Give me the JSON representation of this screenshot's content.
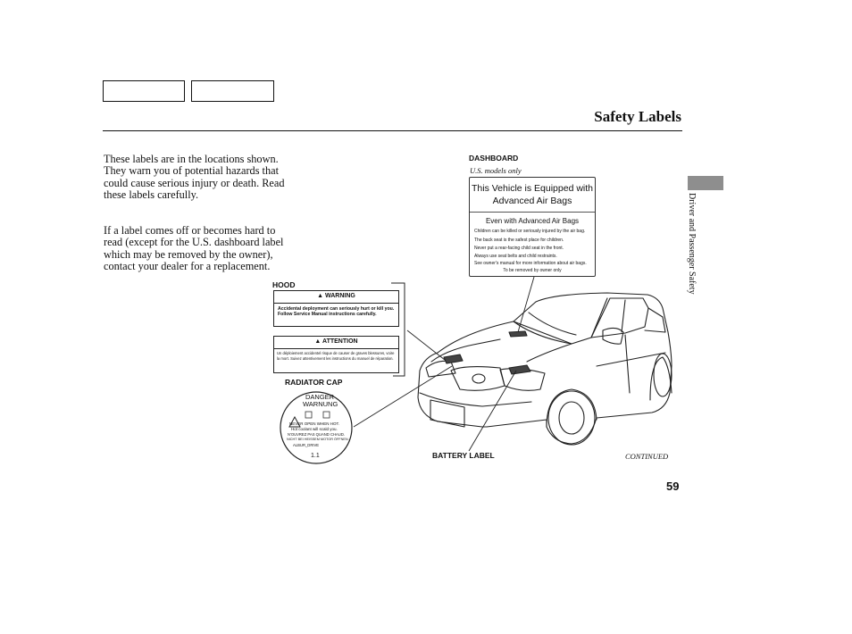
{
  "page": {
    "title": "Safety Labels",
    "paragraphs": [
      "These labels are in the locations shown. They warn you of potential hazards that could cause serious injury or death. Read these labels carefully.",
      "If a label comes off or becomes hard to read (except for the U.S. dashboard label which may be removed by the owner), contact your dealer for a replacement."
    ],
    "side_tab": "Driver and Passenger Safety",
    "page_number": "59",
    "continued": "CONTINUED"
  },
  "figure": {
    "labels": {
      "dashboard": "DASHBOARD",
      "us_only": "U.S. models only",
      "hood": "HOOD",
      "radiator_cap": "RADIATOR CAP",
      "battery": "BATTERY LABEL"
    },
    "dashboard_label": {
      "heading": "This Vehicle is Equipped with Advanced Air Bags",
      "subheading": "Even with Advanced Air Bags",
      "lines": [
        "Children can be killed or seriously injured by the air bag.",
        "The back seat is the safest place for children.",
        "Never put a rear-facing child seat in the front.",
        "Always use seat belts and child restraints.",
        "See owner's manual for more information about air bags."
      ],
      "footer": "To be removed by owner only"
    },
    "hood_warning": {
      "heading": "WARNING",
      "text": "Accidental deployment can seriously hurt or kill you. Follow Service Manual instructions carefully."
    },
    "hood_attention": {
      "heading": "ATTENTION",
      "text": "Un déploiement accidentel risque de causer de graves blessures, voire la mort. Suivez attentivement les instructions du manuel de réparation."
    },
    "radiator_label": {
      "line1": "DANGER",
      "line2": "WARNUNG",
      "lines": [
        "NEVER OPEN WHEN HOT.",
        "Hot coolant will scald you.",
        "N'OUVREZ PAS QUAND CHAUD.",
        "NICHT BEI HEISSEM MOTOR ÖFFNEN.",
        "ALBUR_DRIVE"
      ],
      "rating": "1.1"
    }
  }
}
